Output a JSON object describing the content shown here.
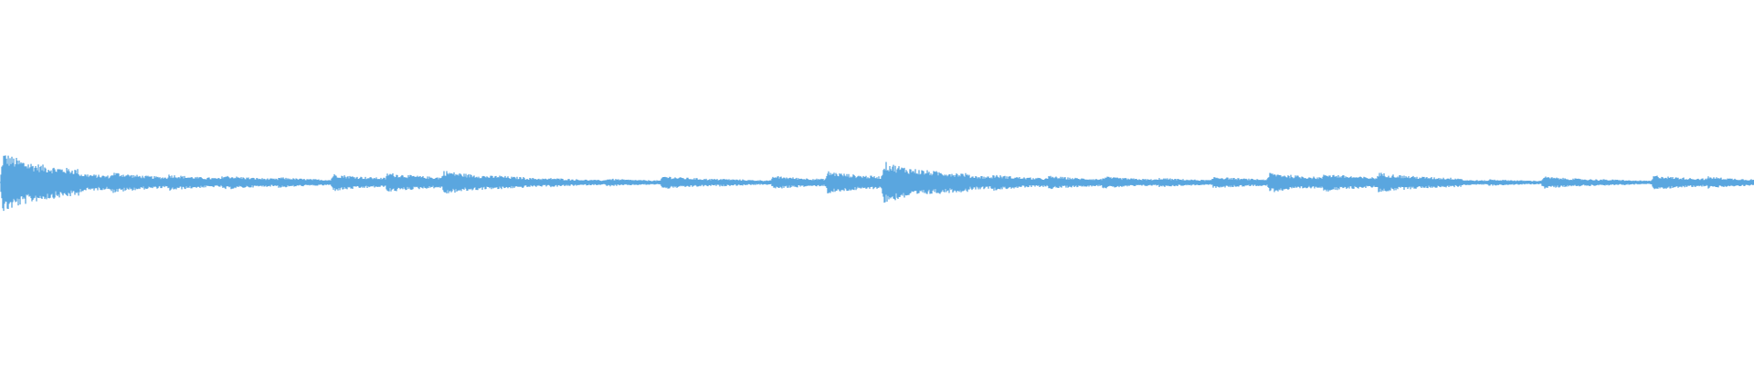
{
  "waveform": {
    "color": "#5aa6df",
    "background": "#ffffff",
    "onsets": [
      {
        "t": 0.0,
        "amp": 0.9,
        "dur": 0.028
      },
      {
        "t": 0.031,
        "amp": 0.4,
        "dur": 0.028
      },
      {
        "t": 0.062,
        "amp": 0.32,
        "dur": 0.03
      },
      {
        "t": 0.094,
        "amp": 0.25,
        "dur": 0.03
      },
      {
        "t": 0.125,
        "amp": 0.22,
        "dur": 0.03
      },
      {
        "t": 0.157,
        "amp": 0.16,
        "dur": 0.03
      },
      {
        "t": 0.188,
        "amp": 0.26,
        "dur": 0.031
      },
      {
        "t": 0.219,
        "amp": 0.3,
        "dur": 0.031
      },
      {
        "t": 0.251,
        "amp": 0.36,
        "dur": 0.03
      },
      {
        "t": 0.281,
        "amp": 0.22,
        "dur": 0.03
      },
      {
        "t": 0.312,
        "amp": 0.14,
        "dur": 0.03
      },
      {
        "t": 0.344,
        "amp": 0.12,
        "dur": 0.03
      },
      {
        "t": 0.376,
        "amp": 0.2,
        "dur": 0.031
      },
      {
        "t": 0.408,
        "amp": 0.12,
        "dur": 0.031
      },
      {
        "t": 0.439,
        "amp": 0.2,
        "dur": 0.031
      },
      {
        "t": 0.47,
        "amp": 0.34,
        "dur": 0.031
      },
      {
        "t": 0.502,
        "amp": 0.62,
        "dur": 0.031
      },
      {
        "t": 0.533,
        "amp": 0.34,
        "dur": 0.031
      },
      {
        "t": 0.564,
        "amp": 0.24,
        "dur": 0.031
      },
      {
        "t": 0.596,
        "amp": 0.2,
        "dur": 0.031
      },
      {
        "t": 0.627,
        "amp": 0.18,
        "dur": 0.031
      },
      {
        "t": 0.659,
        "amp": 0.14,
        "dur": 0.031
      },
      {
        "t": 0.69,
        "amp": 0.18,
        "dur": 0.031
      },
      {
        "t": 0.722,
        "amp": 0.3,
        "dur": 0.031
      },
      {
        "t": 0.753,
        "amp": 0.28,
        "dur": 0.031
      },
      {
        "t": 0.784,
        "amp": 0.3,
        "dur": 0.031
      },
      {
        "t": 0.816,
        "amp": 0.12,
        "dur": 0.031
      },
      {
        "t": 0.847,
        "amp": 0.1,
        "dur": 0.031
      },
      {
        "t": 0.878,
        "amp": 0.18,
        "dur": 0.031
      },
      {
        "t": 0.91,
        "amp": 0.1,
        "dur": 0.031
      },
      {
        "t": 0.941,
        "amp": 0.22,
        "dur": 0.031
      },
      {
        "t": 0.972,
        "amp": 0.18,
        "dur": 0.028
      }
    ]
  }
}
